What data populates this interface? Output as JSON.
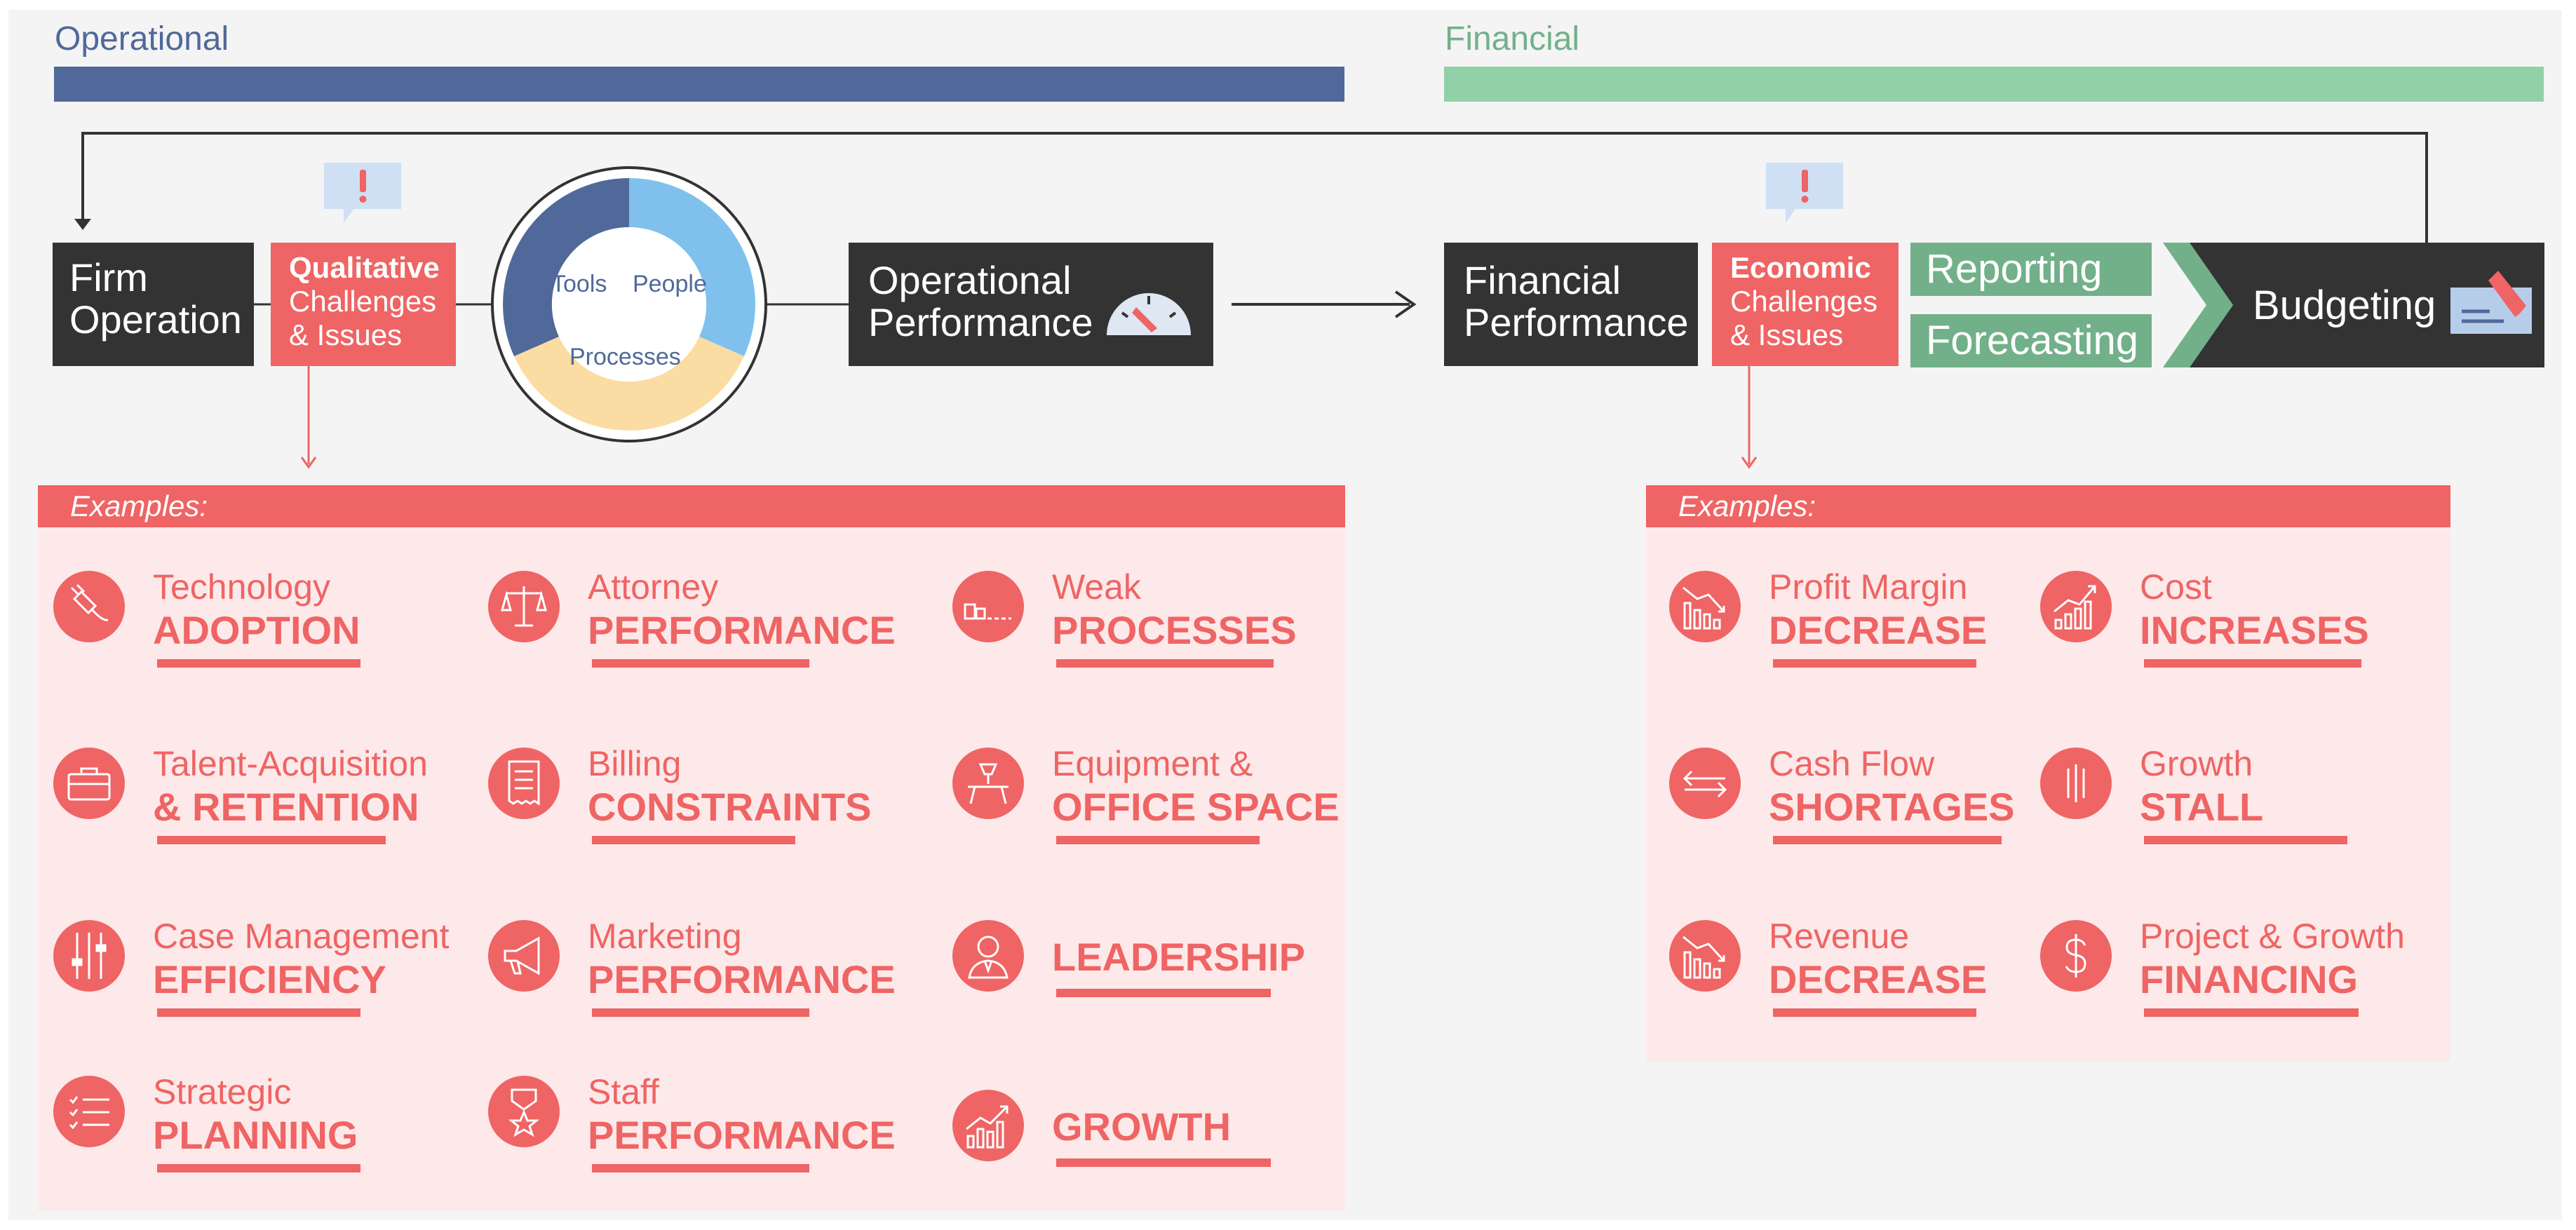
{
  "sections": {
    "operational_label": "Operational",
    "financial_label": "Financial"
  },
  "colors": {
    "operational_bar": "#50699a",
    "financial_bar": "#92d1a8",
    "accent_red": "#ef6464",
    "dark_box": "#333333",
    "green_box": "#72b08a"
  },
  "flow": {
    "firm_operation": [
      "Firm",
      "Operation"
    ],
    "qualitative": {
      "title": "Qualitative",
      "line2": "Challenges",
      "line3": "& Issues"
    },
    "donut": {
      "tools": "Tools",
      "people": "People",
      "processes": "Processes"
    },
    "operational_performance": [
      "Operational",
      "Performance"
    ],
    "financial_performance": [
      "Financial",
      "Performance"
    ],
    "economic": {
      "title": "Economic",
      "line2": "Challenges",
      "line3": "& Issues"
    },
    "reporting": "Reporting",
    "forecasting": "Forecasting",
    "budgeting": "Budgeting"
  },
  "operational_examples": {
    "header": "Examples:",
    "items": [
      {
        "line1": "Technology",
        "line2": "ADOPTION",
        "icon": "plug-icon"
      },
      {
        "line1": "Attorney",
        "line2": "PERFORMANCE",
        "icon": "scales-icon"
      },
      {
        "line1": "Weak",
        "line2": "PROCESSES",
        "icon": "blocks-icon"
      },
      {
        "line1": "Talent-Acquisition",
        "line2": "& RETENTION",
        "icon": "briefcase-icon"
      },
      {
        "line1": "Billing",
        "line2": "CONSTRAINTS",
        "icon": "receipt-icon"
      },
      {
        "line1": "Equipment &",
        "line2": "OFFICE SPACE",
        "icon": "desk-icon"
      },
      {
        "line1": "Case Management",
        "line2": "EFFICIENCY",
        "icon": "sliders-icon"
      },
      {
        "line1": "Marketing",
        "line2": "PERFORMANCE",
        "icon": "megaphone-icon"
      },
      {
        "line1": "",
        "line2": "LEADERSHIP",
        "icon": "person-icon"
      },
      {
        "line1": "Strategic",
        "line2": "PLANNING",
        "icon": "checklist-icon"
      },
      {
        "line1": "Staff",
        "line2": "PERFORMANCE",
        "icon": "medal-icon"
      },
      {
        "line1": "",
        "line2": "GROWTH",
        "icon": "growth-chart-icon"
      }
    ]
  },
  "financial_examples": {
    "header": "Examples:",
    "items": [
      {
        "line1": "Profit Margin",
        "line2": "DECREASE",
        "icon": "decline-chart-icon"
      },
      {
        "line1": "Cost",
        "line2": "INCREASES",
        "icon": "rise-chart-icon"
      },
      {
        "line1": "Cash Flow",
        "line2": "SHORTAGES",
        "icon": "exchange-arrows-icon"
      },
      {
        "line1": "Growth",
        "line2": "STALL",
        "icon": "stall-bars-icon"
      },
      {
        "line1": "Revenue",
        "line2": "DECREASE",
        "icon": "decline-chart-icon"
      },
      {
        "line1": "Project & Growth",
        "line2": "FINANCING",
        "icon": "dollar-icon"
      }
    ]
  }
}
